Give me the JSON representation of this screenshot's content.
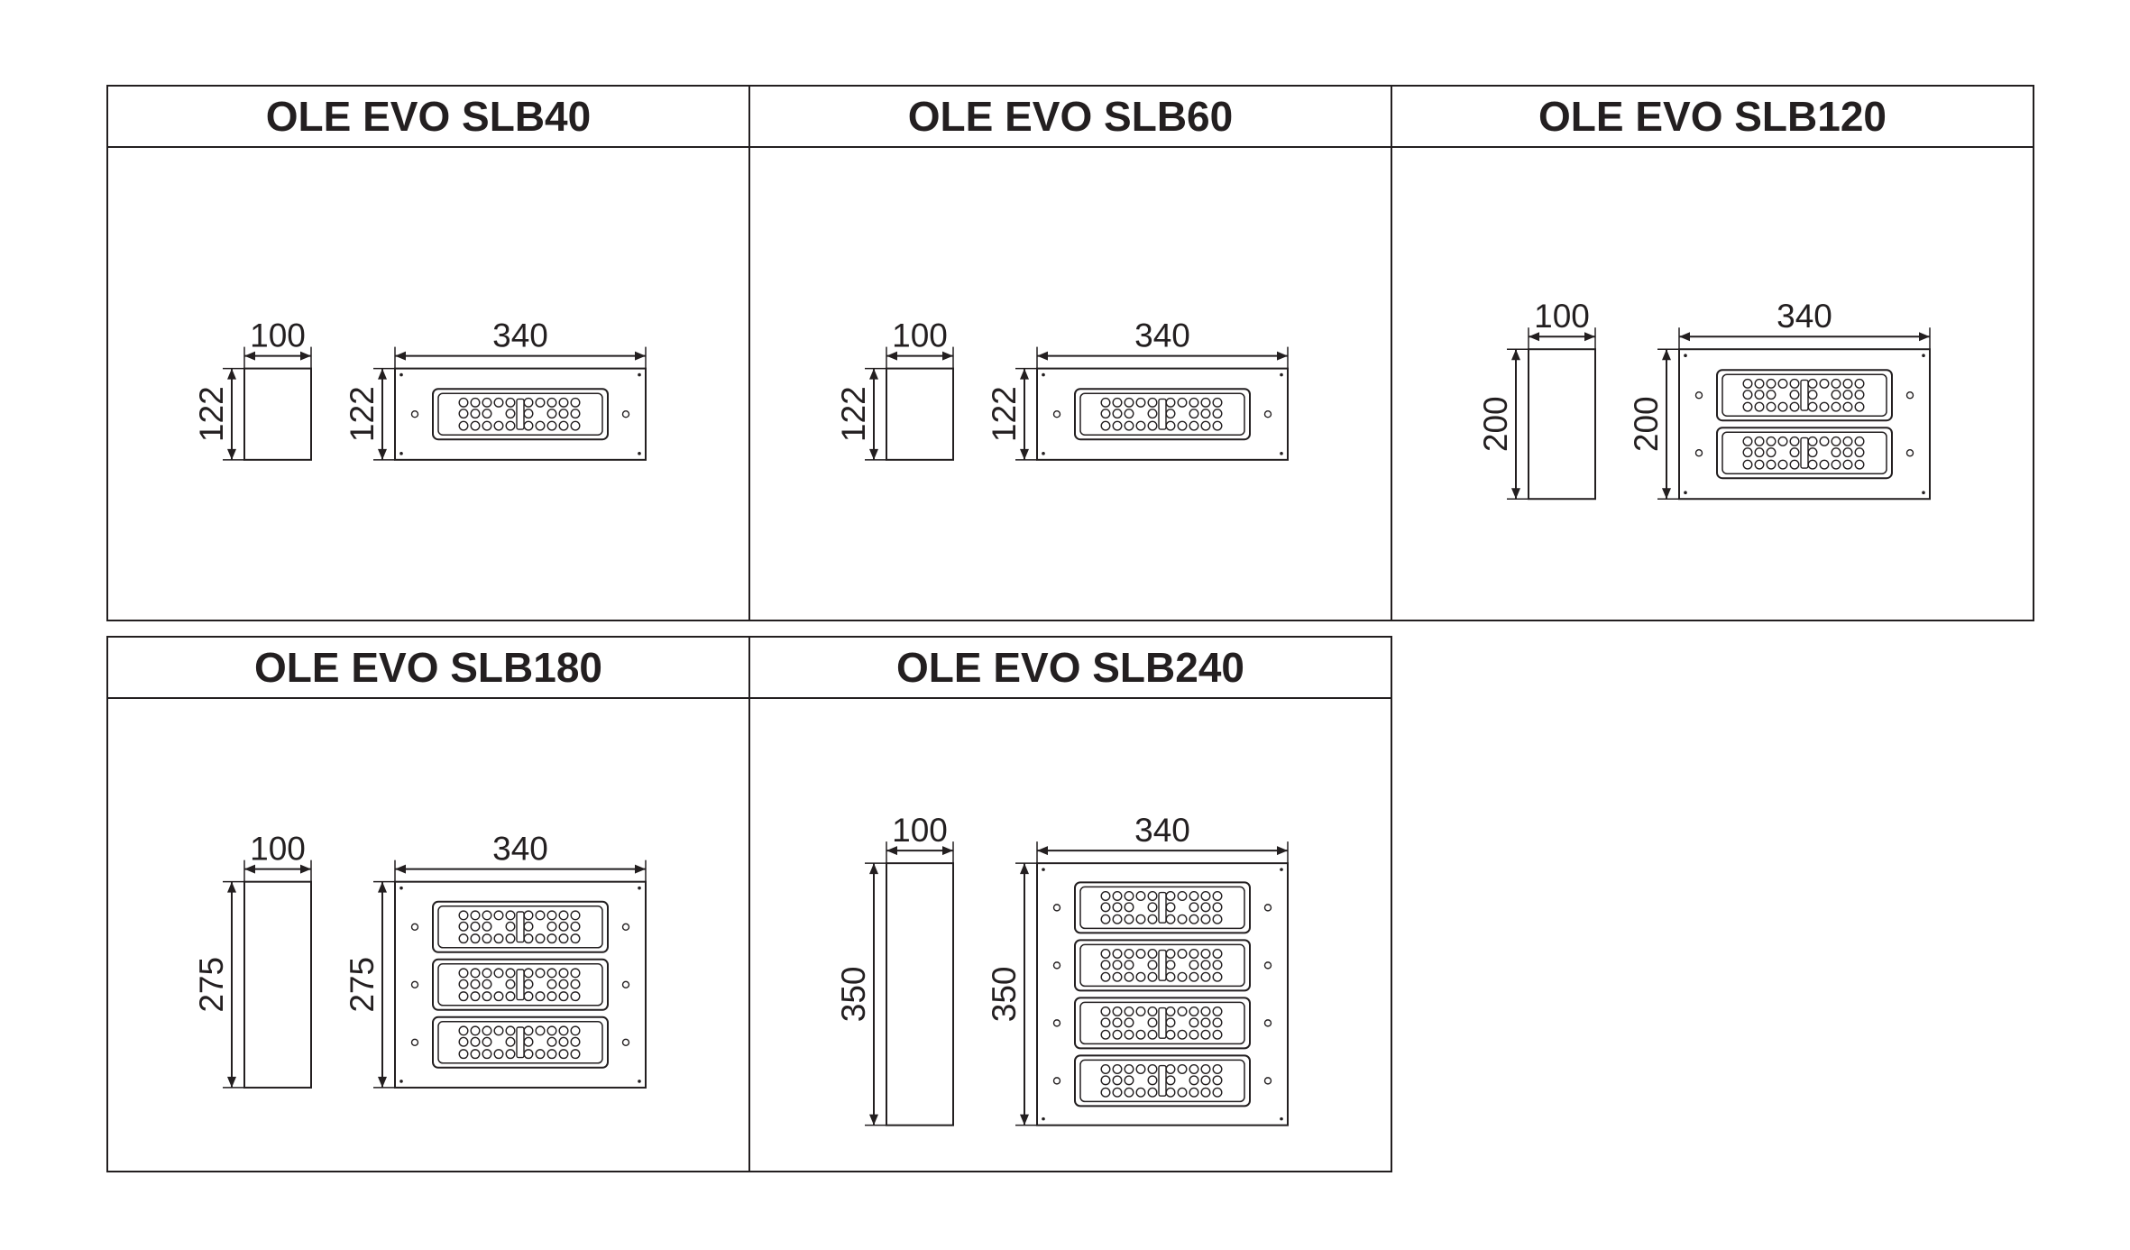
{
  "products": [
    {
      "title": "OLE EVO SLB40",
      "depth": "100",
      "width": "340",
      "height": "122",
      "modules": 1
    },
    {
      "title": "OLE EVO SLB60",
      "depth": "100",
      "width": "340",
      "height": "122",
      "modules": 1
    },
    {
      "title": "OLE EVO SLB120",
      "depth": "100",
      "width": "340",
      "height": "200",
      "modules": 2
    },
    {
      "title": "OLE EVO SLB180",
      "depth": "100",
      "width": "340",
      "height": "275",
      "modules": 3
    },
    {
      "title": "OLE EVO SLB240",
      "depth": "100",
      "width": "340",
      "height": "350",
      "modules": 4
    }
  ],
  "colors": {
    "line": "#231f20",
    "background": "#ffffff"
  }
}
